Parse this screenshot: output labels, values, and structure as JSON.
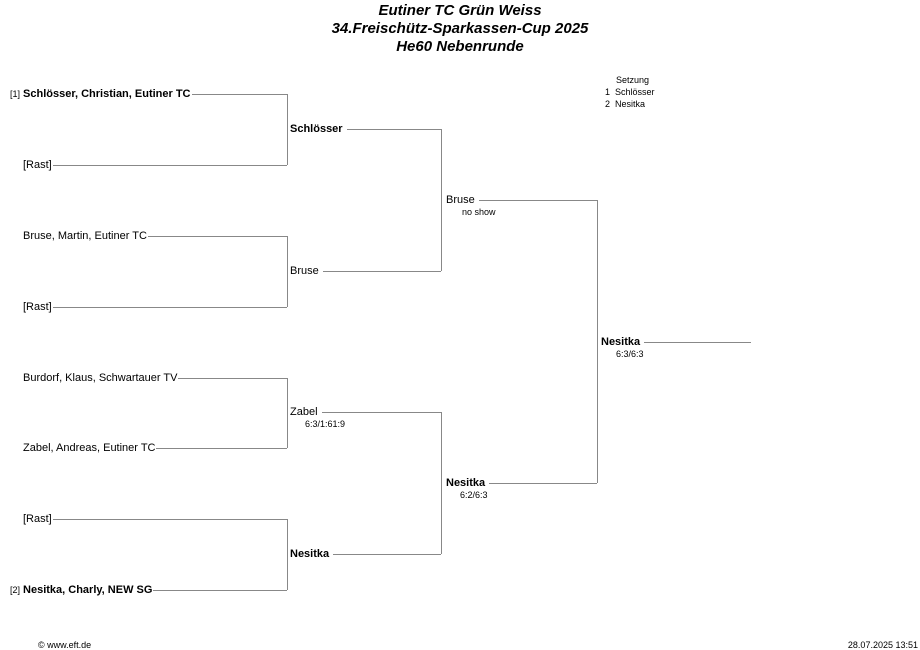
{
  "header": {
    "club": "Eutiner TC Grün Weiss",
    "tournament": "34.Freischütz-Sparkassen-Cup 2025",
    "event": "He60 Nebenrunde"
  },
  "seeding": {
    "title": "Setzung",
    "items": [
      {
        "num": "1",
        "name": "Schlösser"
      },
      {
        "num": "2",
        "name": "Nesitka"
      }
    ]
  },
  "round1": [
    {
      "seed": "[1]",
      "name": "Schlösser, Christian, Eutiner TC",
      "bold": true
    },
    {
      "seed": "",
      "name": "[Rast]"
    },
    {
      "seed": "",
      "name": "Bruse, Martin, Eutiner TC"
    },
    {
      "seed": "",
      "name": "[Rast]"
    },
    {
      "seed": "",
      "name": "Burdorf, Klaus, Schwartauer TV"
    },
    {
      "seed": "",
      "name": "Zabel, Andreas, Eutiner TC"
    },
    {
      "seed": "",
      "name": "[Rast]"
    },
    {
      "seed": "[2]",
      "name": "Nesitka, Charly, NEW SG",
      "bold": true
    }
  ],
  "round2": [
    {
      "name": "Schlösser",
      "score": ""
    },
    {
      "name": "Bruse",
      "score": ""
    },
    {
      "name": "Zabel",
      "score": "6:3/1:61:9"
    },
    {
      "name": "Nesitka",
      "score": ""
    }
  ],
  "round3": [
    {
      "name": "Bruse",
      "score": "no show"
    },
    {
      "name": "Nesitka",
      "score": "6:2/6:3"
    }
  ],
  "final": {
    "name": "Nesitka",
    "score": "6:3/6:3"
  },
  "footer": {
    "copyright": "© www.eft.de",
    "timestamp": "28.07.2025 13:51"
  }
}
